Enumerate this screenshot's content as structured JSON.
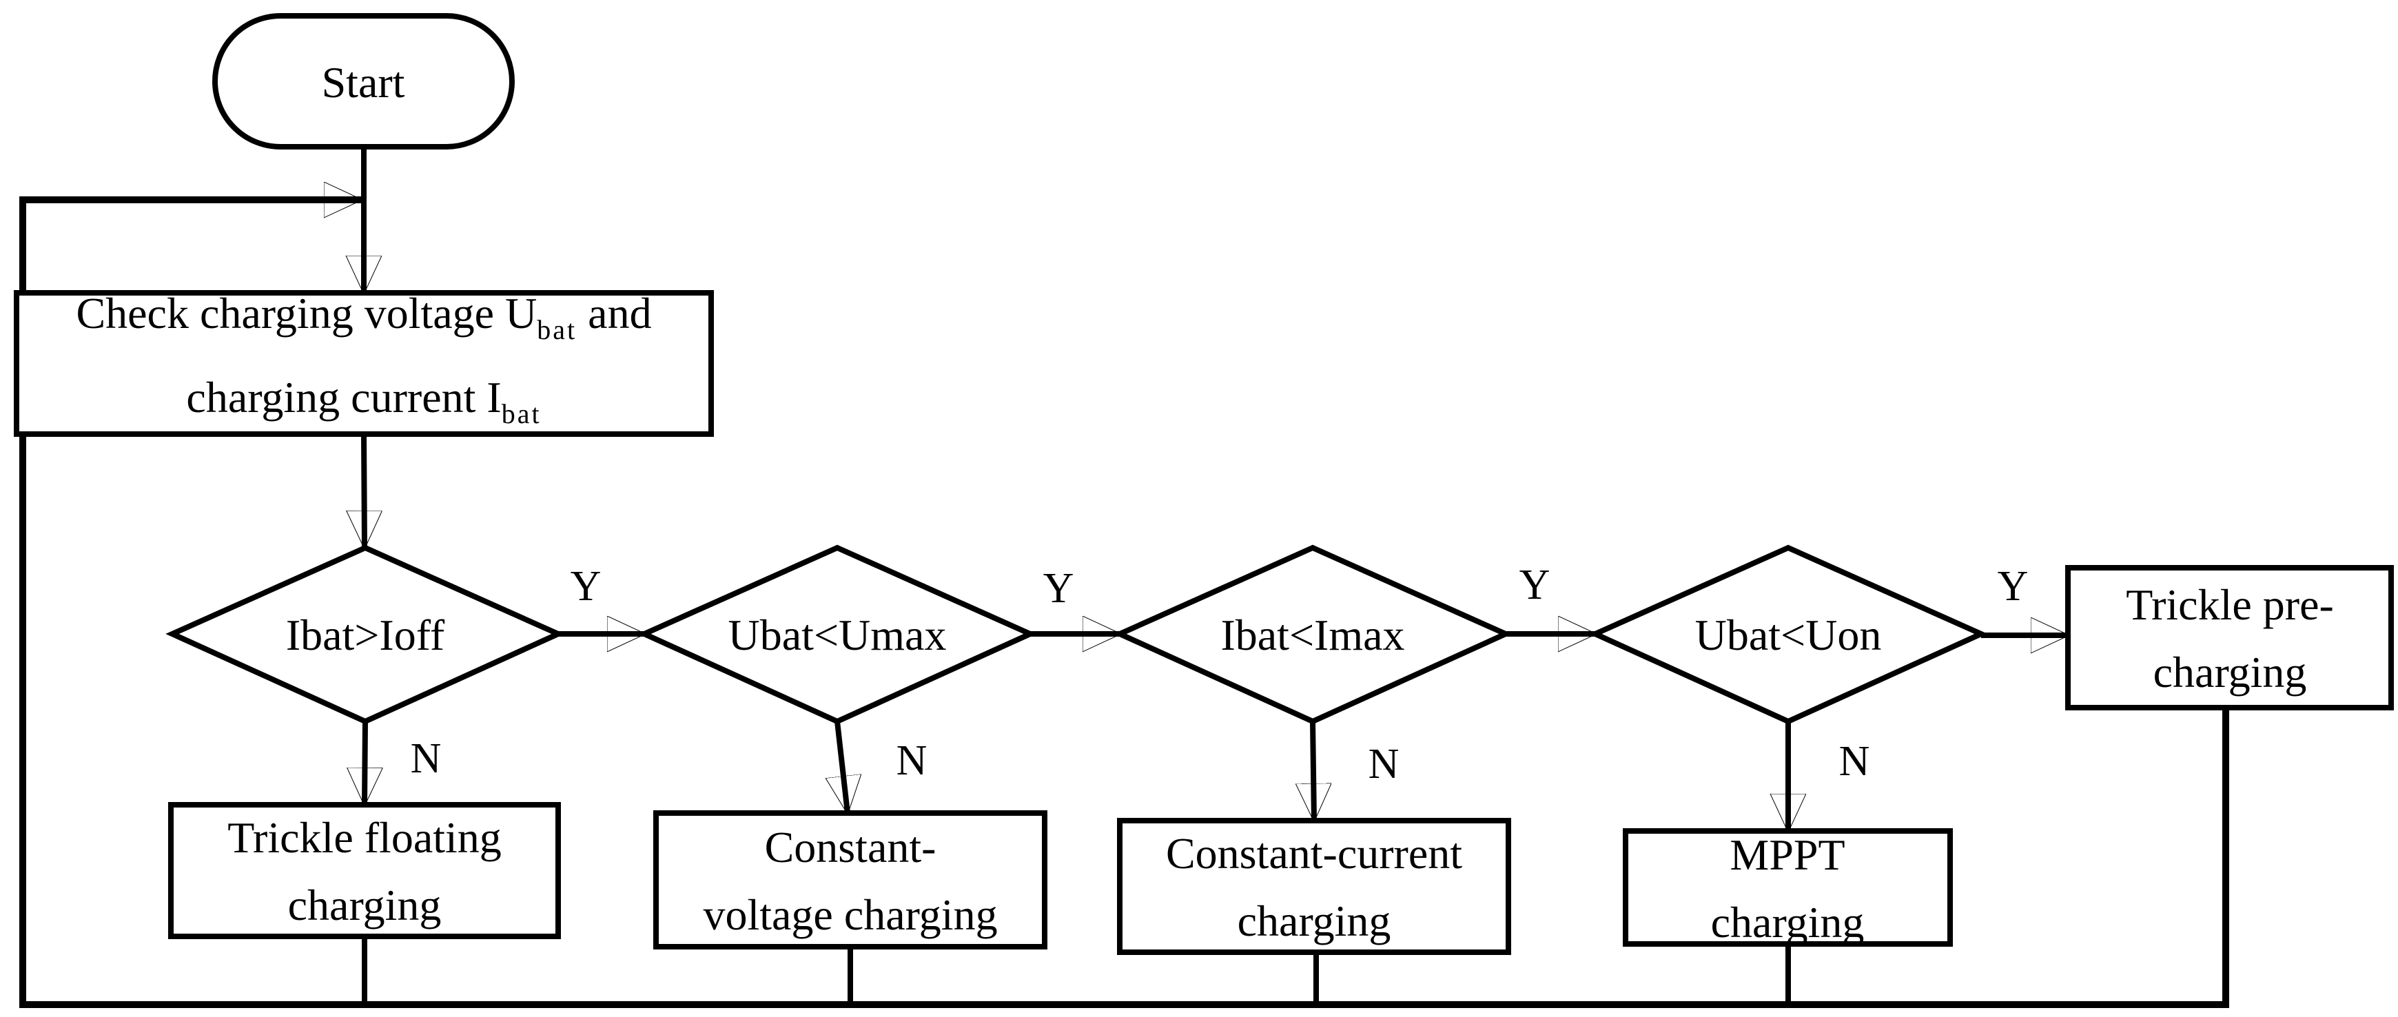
{
  "diagram": {
    "type": "flowchart",
    "background_color": "#ffffff",
    "line_color": "#000000",
    "start": {
      "label": "Start"
    },
    "check": {
      "line1_pre": "Check charging voltage U",
      "line1_sub": "bat",
      "line1_post": " and",
      "line2_pre": "charging current I",
      "line2_sub": "bat"
    },
    "decisions": [
      {
        "label": "Ibat>Ioff",
        "yes_label": "Y",
        "no_label": "N"
      },
      {
        "label": "Ubat<Umax",
        "yes_label": "Y",
        "no_label": "N"
      },
      {
        "label": "Ibat<Imax",
        "yes_label": "Y",
        "no_label": "N"
      },
      {
        "label": "Ubat<Uon",
        "yes_label": "Y",
        "no_label": "N"
      }
    ],
    "processes": [
      {
        "line1": "Trickle floating",
        "line2": "charging"
      },
      {
        "line1": "Constant-",
        "line2": "voltage charging"
      },
      {
        "line1": "Constant-current",
        "line2": "charging"
      },
      {
        "line1": "MPPT",
        "line2": "charging"
      },
      {
        "line1": "Trickle pre-",
        "line2": "charging"
      }
    ]
  }
}
